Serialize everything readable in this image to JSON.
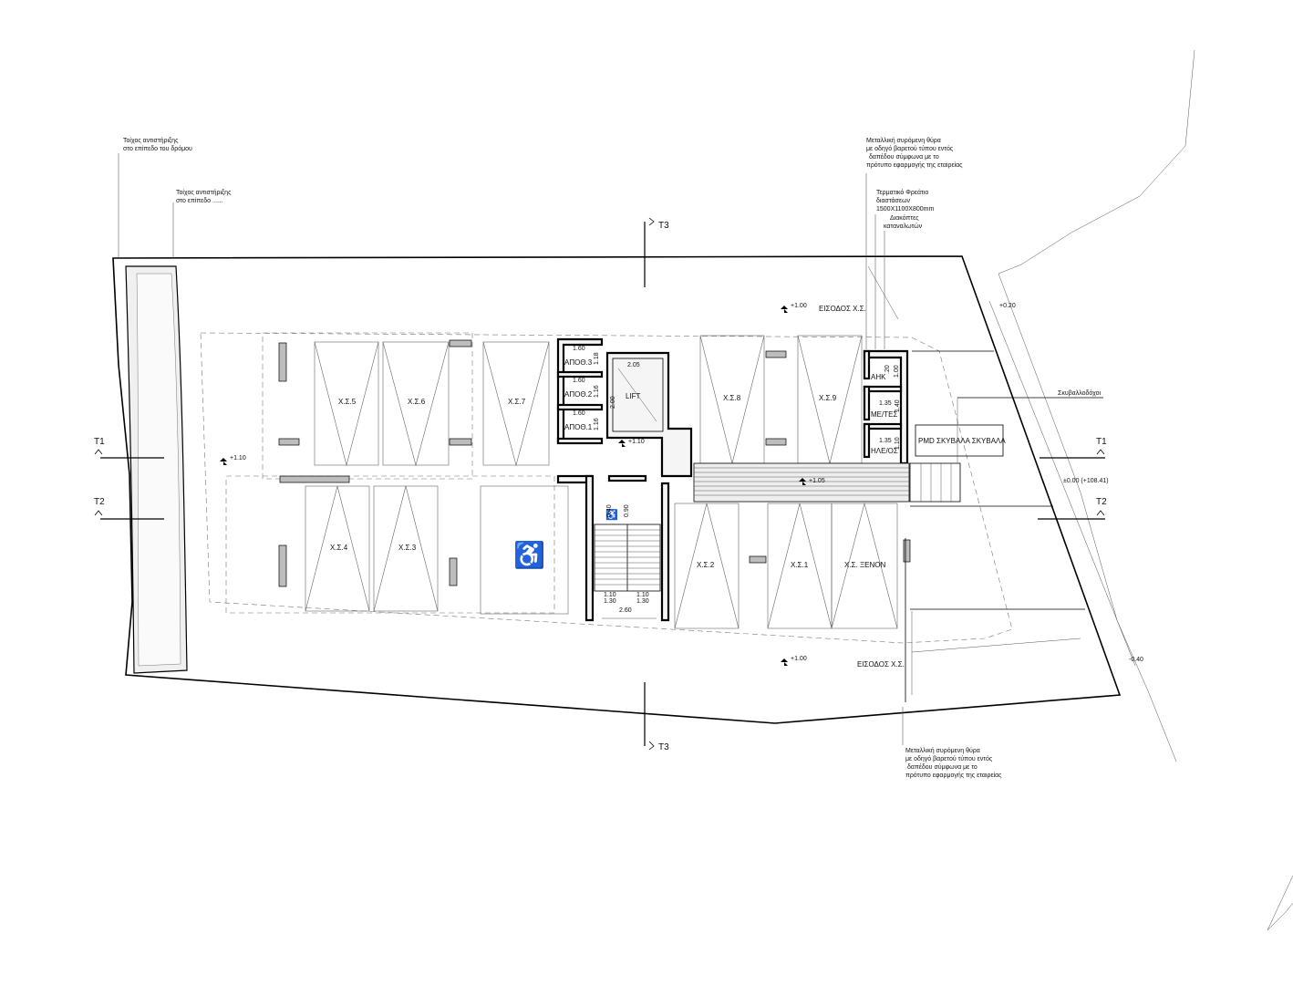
{
  "notes": {
    "retaining_wall_road": [
      "Τοίχος αντιστήριξης",
      "στο επίπεδο του δρόμου"
    ],
    "retaining_wall_level": [
      "Τοίχος αντιστήριξης",
      "στο επίπεδο ......"
    ],
    "sliding_door_top": [
      "Μεταλλική συρόμενη θύρα",
      "με οδηγό βαρετού τύπου εντός",
      "δαπέδου σύμφωνα με το",
      "πρότυπο εφαρμογής της εταιρείας"
    ],
    "terminal_pit": [
      "Τερματικό Φρεάτιο",
      "διαστάσεων",
      "1500X1100X800mm"
    ],
    "consumer_switches": [
      "Διακόπτες",
      "καταναλωτών"
    ],
    "bins": "Σκυβαλλοδόχοι",
    "sliding_door_bottom": [
      "Μεταλλική συρόμενη θύρα",
      "με οδηγό βαρετού τύπου εντός",
      "δαπέδου σύμφωνα με το",
      "πρότυπο εφαρμογής της εταιρείας"
    ]
  },
  "sections": {
    "t1": "T1",
    "t2": "T2",
    "t3": "T3"
  },
  "levels": {
    "plus_1_00_top": "+1.00",
    "plus_1_00_bottom": "+1.00",
    "plus_1_10_left": "+1.10",
    "plus_1_10_core": "+1.10",
    "plus_1_05": "+1.05",
    "plus_0_20": "+0.20",
    "zero": "±0.00 (+108.41)",
    "minus_0_40": "-0.40"
  },
  "entrances": {
    "top": "ΕΙΣΟΔΟΣ Χ.Σ.",
    "bottom": "ΕΙΣΟΔΟΣ Χ.Σ."
  },
  "parking": {
    "xs1": "Χ.Σ.1",
    "xs2": "Χ.Σ.2",
    "xs3": "Χ.Σ.3",
    "xs4": "Χ.Σ.4",
    "xs5": "Χ.Σ.5",
    "xs6": "Χ.Σ.6",
    "xs7": "Χ.Σ.7",
    "xs8": "Χ.Σ.8",
    "xs9": "Χ.Σ.9",
    "guest": "Χ.Σ. ΞΕΝΟΝ",
    "accessible_symbol": "♿"
  },
  "rooms": {
    "storage3": "ΑΠΟΘ.3",
    "storage2": "ΑΠΟΘ.2",
    "storage1": "ΑΠΟΘ.1",
    "lift": "LIFT",
    "ahk": "ΑΗΚ",
    "me_tes": "ΜΕ/ΤΕΣ",
    "hle_os": "ΗΛΕ/ΟΣ",
    "waste": "PMD ΣΚΥΒΑΛΑ ΣΚΥΒΑΛΑ"
  },
  "dimensions": {
    "st3_w": "1.60",
    "st3_h": "1.18",
    "st2_w": "1.60",
    "st2_h": "1.16",
    "st1_w": "1.60",
    "st1_h": "1.16",
    "lift_w": "2.05",
    "lift_h": "2.00",
    "ahk_a": ".20",
    "ahk_b": "1.00",
    "mt_w": "1.35",
    "mt_h": "1.40",
    "hl_w": "1.35",
    "hl_h": "1.10",
    "stair_a": "0.40",
    "stair_b": "0.90",
    "stair_l1": "1.10",
    "stair_l2": "1.30",
    "stair_r1": "1.10",
    "stair_r2": "1.30",
    "stair_total": "2.60"
  }
}
